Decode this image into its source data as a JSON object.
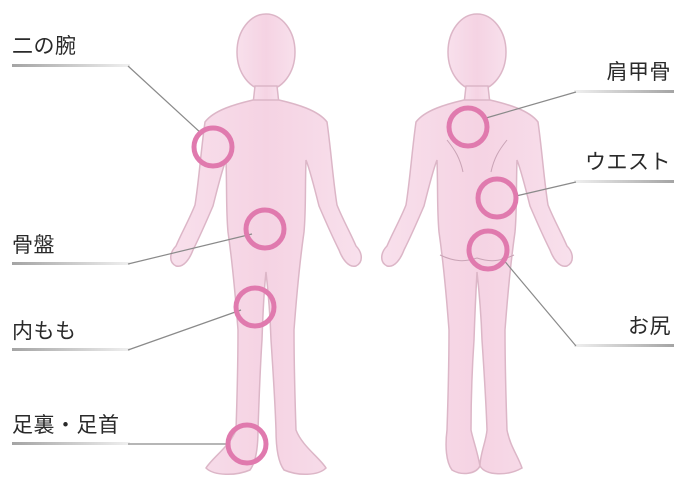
{
  "labels": {
    "upper_arm": "二の腕",
    "pelvis": "骨盤",
    "inner_thigh": "内もも",
    "sole_ankle": "足裏・足首",
    "shoulder_blade": "肩甲骨",
    "waist": "ウエスト",
    "buttocks": "お尻"
  },
  "colors": {
    "skin": "#f6d8e6",
    "skin_edge": "#dcb6c7",
    "marker": "#e07aae",
    "leader": "#8a8a8a",
    "underline": "#9a9a9a"
  }
}
